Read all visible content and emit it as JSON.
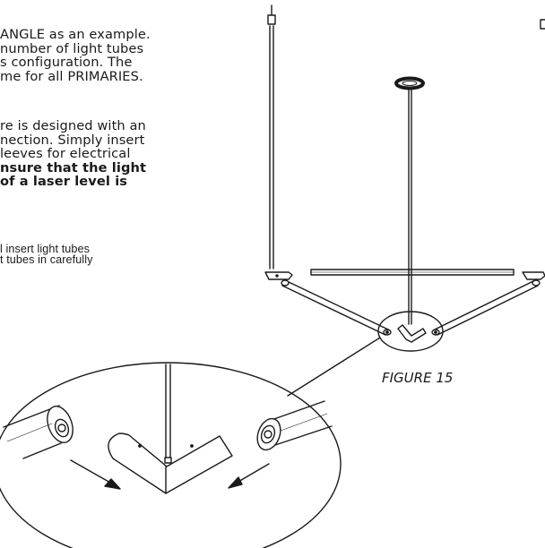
{
  "instructions": {
    "paragraph_1": [
      "ANGLE as an example.",
      "number of light tubes",
      "s configuration. The",
      "me for all PRIMARIES."
    ],
    "paragraph_2": [
      "re is designed with an",
      "nection. Simply insert",
      "leeves for electrical"
    ],
    "paragraph_2_bold": [
      "nsure that the light",
      "of a laser level is"
    ],
    "paragraph_3": [
      "l insert light tubes",
      "t tubes in carefully"
    ]
  },
  "figure": {
    "caption": "FIGURE 15"
  }
}
